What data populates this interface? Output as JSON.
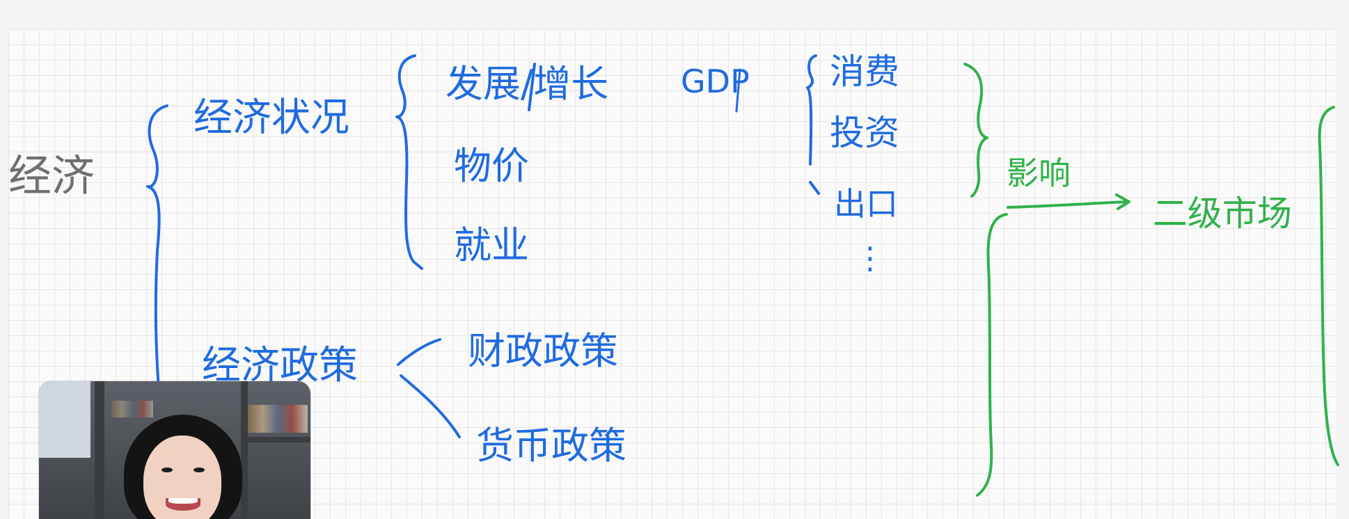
{
  "mindmap": {
    "root": "经济",
    "branch_status": {
      "label": "经济状况",
      "items": [
        "发展/增长",
        "物价",
        "就业"
      ],
      "gdp_label": "GDP",
      "gdp_items": [
        "消费",
        "投资",
        "出口",
        "⋮"
      ]
    },
    "branch_policy": {
      "label": "经济政策",
      "items": [
        "财政政策",
        "货币政策"
      ]
    },
    "influence_label": "影响",
    "target": "二级市场"
  },
  "colors": {
    "blue_ink": "#1f6be0",
    "green_ink": "#2fb24a",
    "gray_ink": "#6f6f6f",
    "grid": "#e6e6e6",
    "background": "#fafafa"
  },
  "webcam": {
    "icon": "presenter-video"
  }
}
